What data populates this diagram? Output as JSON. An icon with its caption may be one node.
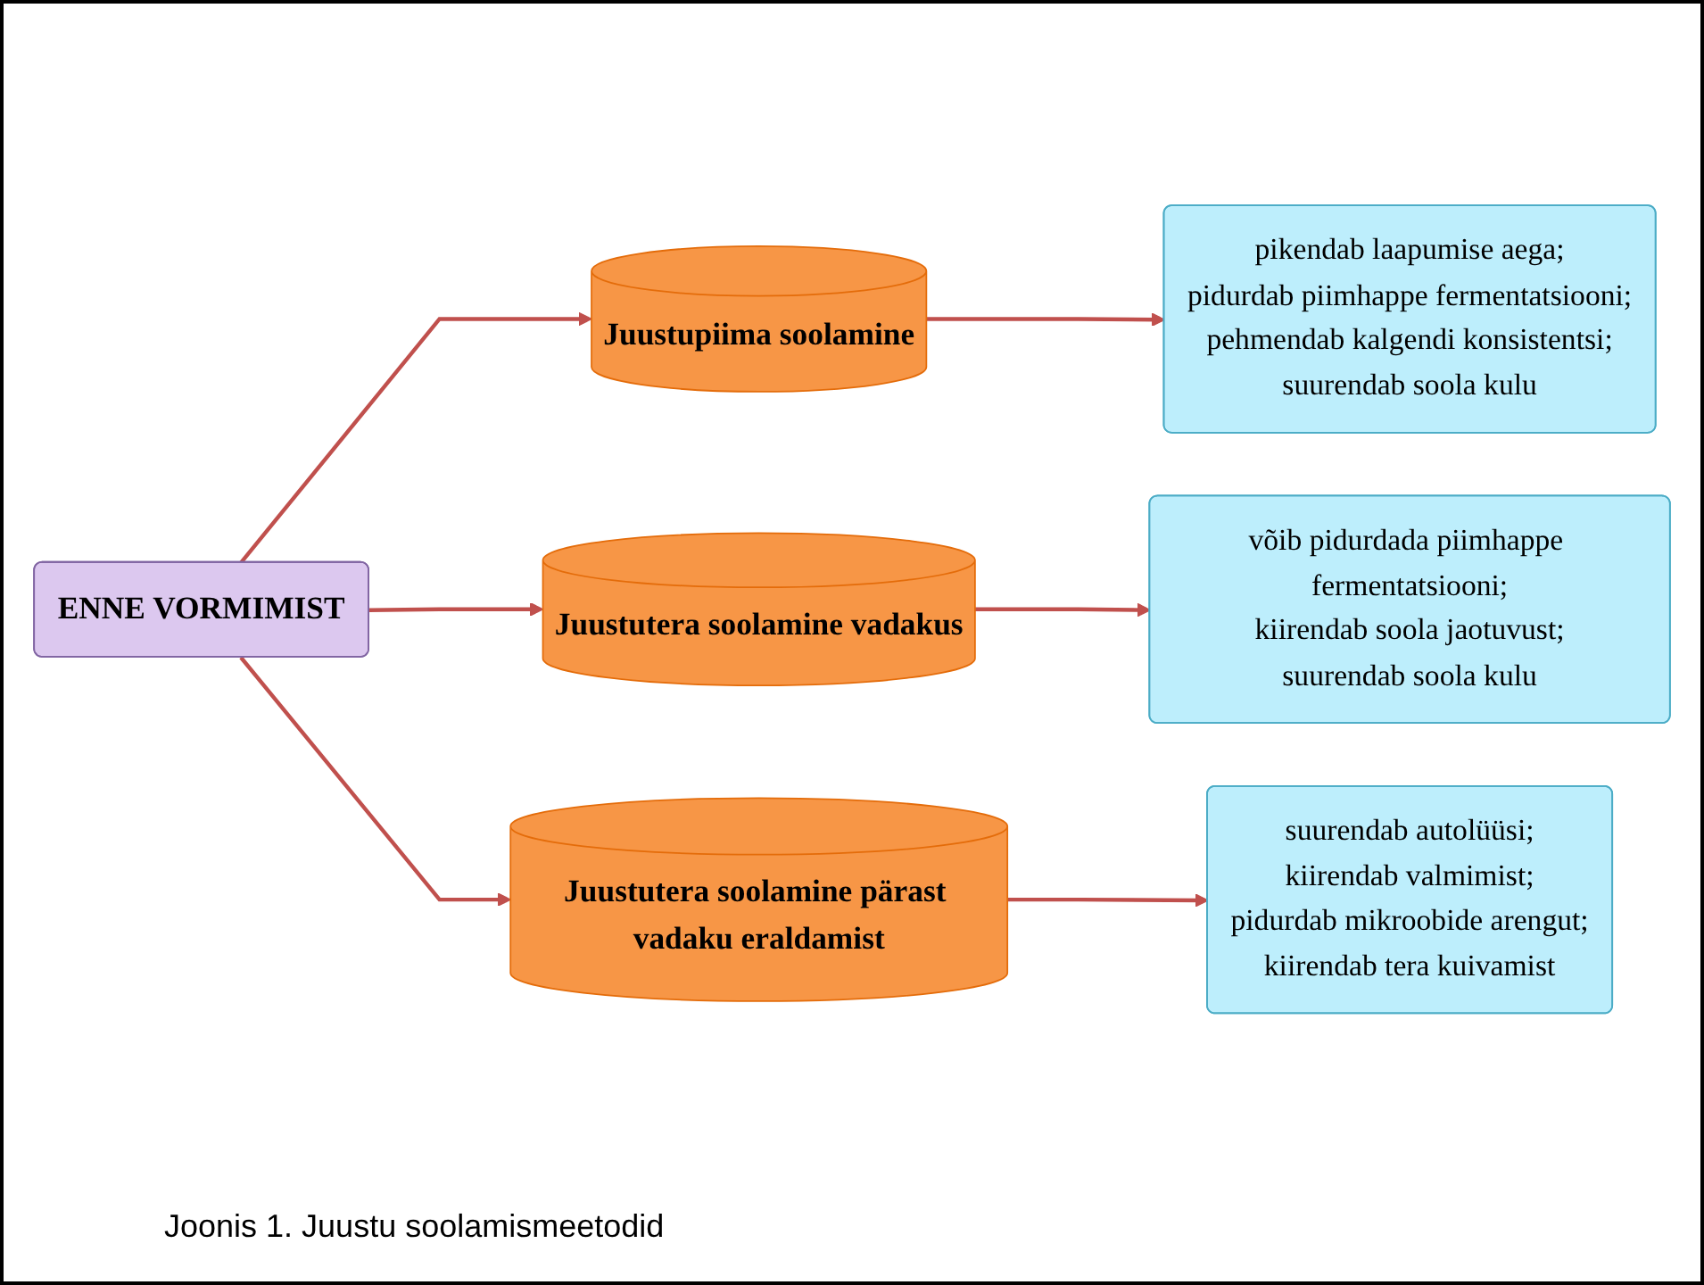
{
  "diagram": {
    "caption": "Joonis 1. Juustu soolamismeetodid",
    "nodes": [
      {
        "text": [
          "ENNE VORMIMIST"
        ]
      },
      {
        "text": [
          "Juustupiima soolamine"
        ]
      },
      {
        "text": [
          "pikendab laapumise aega;",
          "pidurdab piimhappe fermentatsiooni;",
          "pehmendab kalgendi konsistentsi;",
          "suurendab soola kulu"
        ]
      },
      {
        "text": [
          "Juustutera soolamine vadakus"
        ]
      },
      {
        "text": [
          "võib pidurdada piimhappe fermentatsiooni;",
          "kiirendab soola jaotuvust;",
          "suurendab soola kulu"
        ]
      },
      {
        "text": [
          "Juustutera soolamine pärast vadaku eraldamist"
        ]
      },
      {
        "text": [
          "suurendab autolüüsi;",
          "kiirendab valmimist;",
          "pidurdab mikroobide arengut;",
          "kiirendab tera kuivamist"
        ]
      }
    ],
    "edges": [
      {
        "from": 0,
        "to": 1,
        "arrow": "to"
      },
      {
        "from": 0,
        "to": 3,
        "arrow": "to"
      },
      {
        "from": 0,
        "to": 5,
        "arrow": "to"
      },
      {
        "from": 1,
        "to": 2,
        "arrow": "to"
      },
      {
        "from": 3,
        "to": 4,
        "arrow": "to"
      },
      {
        "from": 5,
        "to": 6,
        "arrow": "to"
      }
    ]
  }
}
